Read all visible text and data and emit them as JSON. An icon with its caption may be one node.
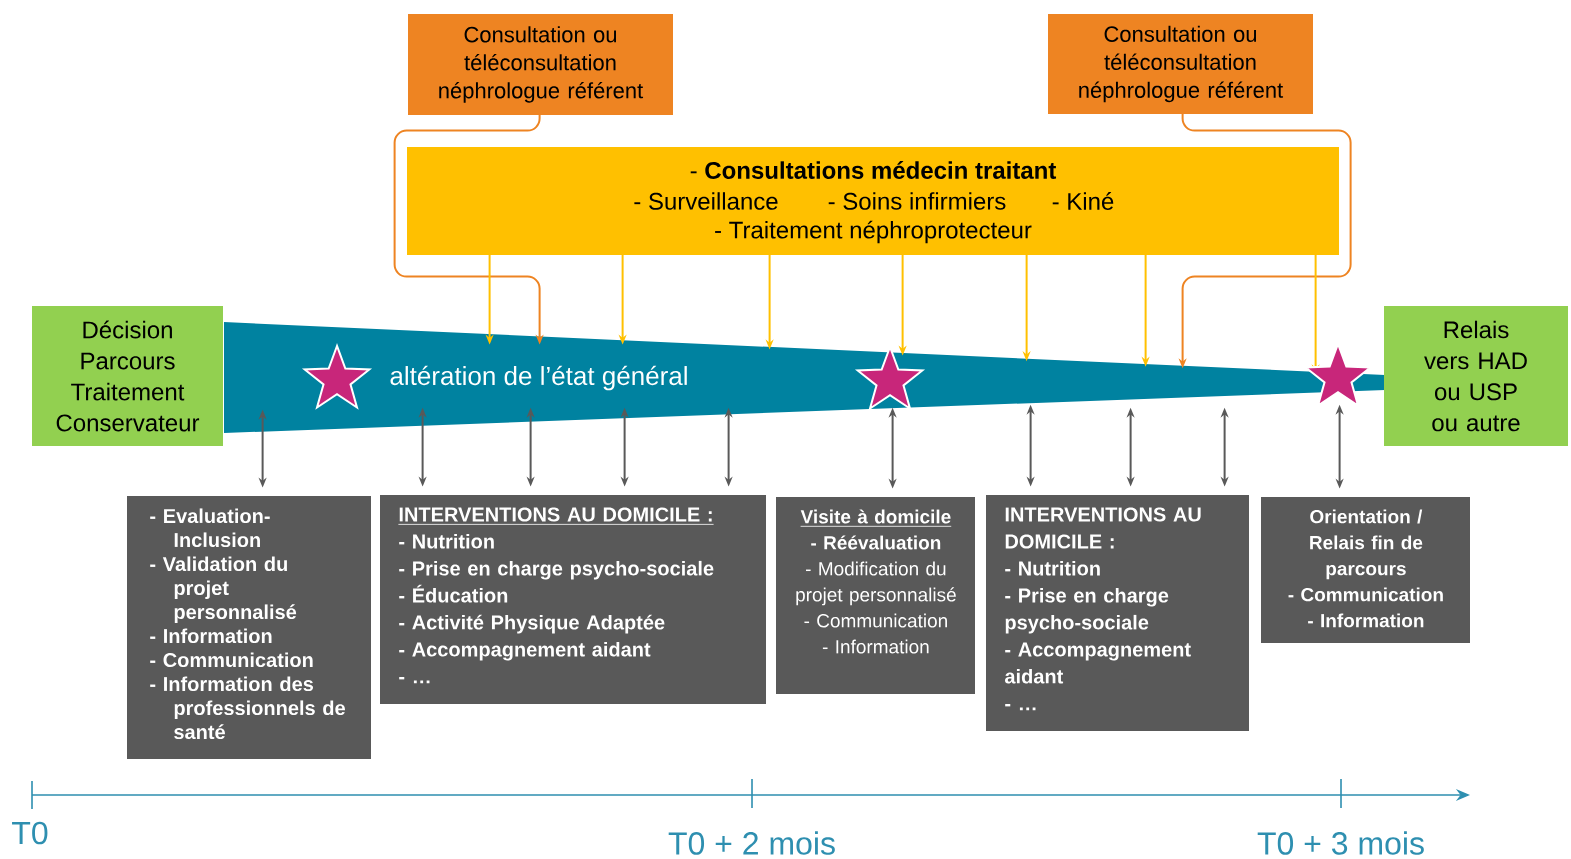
{
  "diagram": {
    "nodes": [
      {
        "text": [
          "Consultation ou téléconsultation néphrologue référent"
        ]
      },
      {
        "text": [
          "Consultation ou téléconsultation néphrologue référent"
        ]
      },
      {
        "text": [
          "- **Consultations médecin traitant**",
          "- Surveillance",
          "- Soins infirmiers",
          "- Kiné",
          "- Traitement néphroprotecteur"
        ]
      },
      {
        "text": [
          "Décision Parcours Traitement Conservateur"
        ]
      },
      {
        "text": [
          "altération de l’état général"
        ]
      },
      {
        "text": [
          "Relais vers HAD ou USP ou autre"
        ]
      },
      {
        "text": [
          "- Evaluation-Inclusion",
          "- Validation du projet personnalisé",
          "- Information",
          "- Communication",
          "- Information des professionnels de santé"
        ]
      },
      {
        "text": [
          "INTERVENTIONS AU DOMICILE :",
          "- Nutrition",
          "- Prise en charge psycho-sociale",
          "- Éducation",
          "- Activité Physique Adaptée",
          "- Accompagnement aidant",
          "- …"
        ]
      },
      {
        "text": [
          "Visite à domicile",
          "- Réévaluation",
          "- Modification du projet personnalisé",
          "- Communication",
          "- Information"
        ]
      },
      {
        "text": [
          "INTERVENTIONS AU DOMICILE :",
          "- Nutrition",
          "- Prise en charge psycho-sociale",
          "- Accompagnement aidant",
          "- …"
        ]
      },
      {
        "text": [
          "Orientation / Relais fin de parcours",
          "- Communication",
          "- Information"
        ]
      }
    ],
    "edges": [
      {
        "from": 0,
        "to": 4,
        "arrow": "to",
        "color": "#ee8422"
      },
      {
        "from": 1,
        "to": 4,
        "arrow": "to",
        "color": "#ee8422"
      },
      {
        "from": 2,
        "to": 4,
        "arrow": "to",
        "color": "#ffc000"
      },
      {
        "from": 2,
        "to": 4,
        "arrow": "to",
        "color": "#ffc000"
      },
      {
        "from": 2,
        "to": 4,
        "arrow": "to",
        "color": "#ffc000"
      },
      {
        "from": 2,
        "to": 4,
        "arrow": "to",
        "color": "#ffc000"
      },
      {
        "from": 2,
        "to": 4,
        "arrow": "to",
        "color": "#ffc000"
      },
      {
        "from": 2,
        "to": 4,
        "arrow": "to",
        "color": "#ffc000"
      },
      {
        "from": 2,
        "to": 4,
        "arrow": "to",
        "color": "#ffc000"
      },
      {
        "from": 4,
        "to": 6,
        "arrow": "both"
      },
      {
        "from": 4,
        "to": 7,
        "arrow": "both"
      },
      {
        "from": 4,
        "to": 7,
        "arrow": "both"
      },
      {
        "from": 4,
        "to": 7,
        "arrow": "both"
      },
      {
        "from": 4,
        "to": 7,
        "arrow": "both"
      },
      {
        "from": 4,
        "to": 8,
        "arrow": "both"
      },
      {
        "from": 4,
        "to": 9,
        "arrow": "both"
      },
      {
        "from": 4,
        "to": 9,
        "arrow": "both"
      },
      {
        "from": 4,
        "to": 9,
        "arrow": "both"
      },
      {
        "from": 4,
        "to": 10,
        "arrow": "both"
      }
    ],
    "labels": [
      "T0",
      "T0 + 2 mois",
      "T0 + 3 mois"
    ]
  }
}
